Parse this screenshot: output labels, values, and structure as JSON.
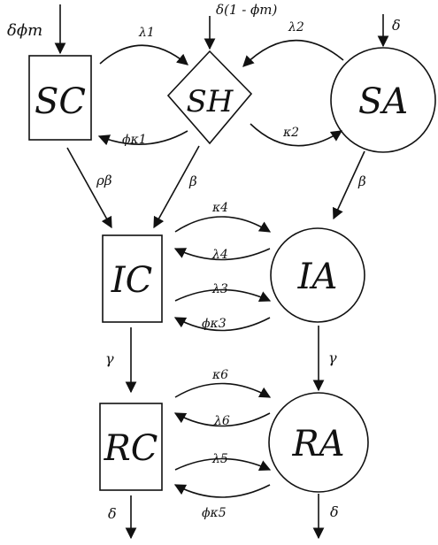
{
  "colors": {
    "ink": "#111111",
    "background": "#ffffff"
  },
  "nodes": {
    "SC": "SC",
    "SH": "SH",
    "SA": "SA",
    "IC": "IC",
    "IA": "IA",
    "RC": "RC",
    "RA": "RA"
  },
  "edge_labels": {
    "in_sc": "δϕm",
    "in_sh": "δ(1 - ϕm)",
    "in_sa": "δ",
    "sc_sh": "λ1",
    "sh_sc": "ϕκ1",
    "sa_sh": "λ2",
    "sh_sa": "κ2",
    "sc_ic": "ρβ",
    "sh_ic": "β",
    "sa_ia": "β",
    "ic_ia_k4": "κ4",
    "ia_ic_l4": "λ4",
    "ic_ia_l3": "λ3",
    "ia_ic_k3": "ϕκ3",
    "ic_rc": "γ",
    "ia_ra": "γ",
    "rc_ra_k6": "κ6",
    "ra_rc_l6": "λ6",
    "rc_ra_l5": "λ5",
    "ra_rc_k5": "ϕκ5",
    "rc_out": "δ",
    "ra_out": "δ"
  }
}
